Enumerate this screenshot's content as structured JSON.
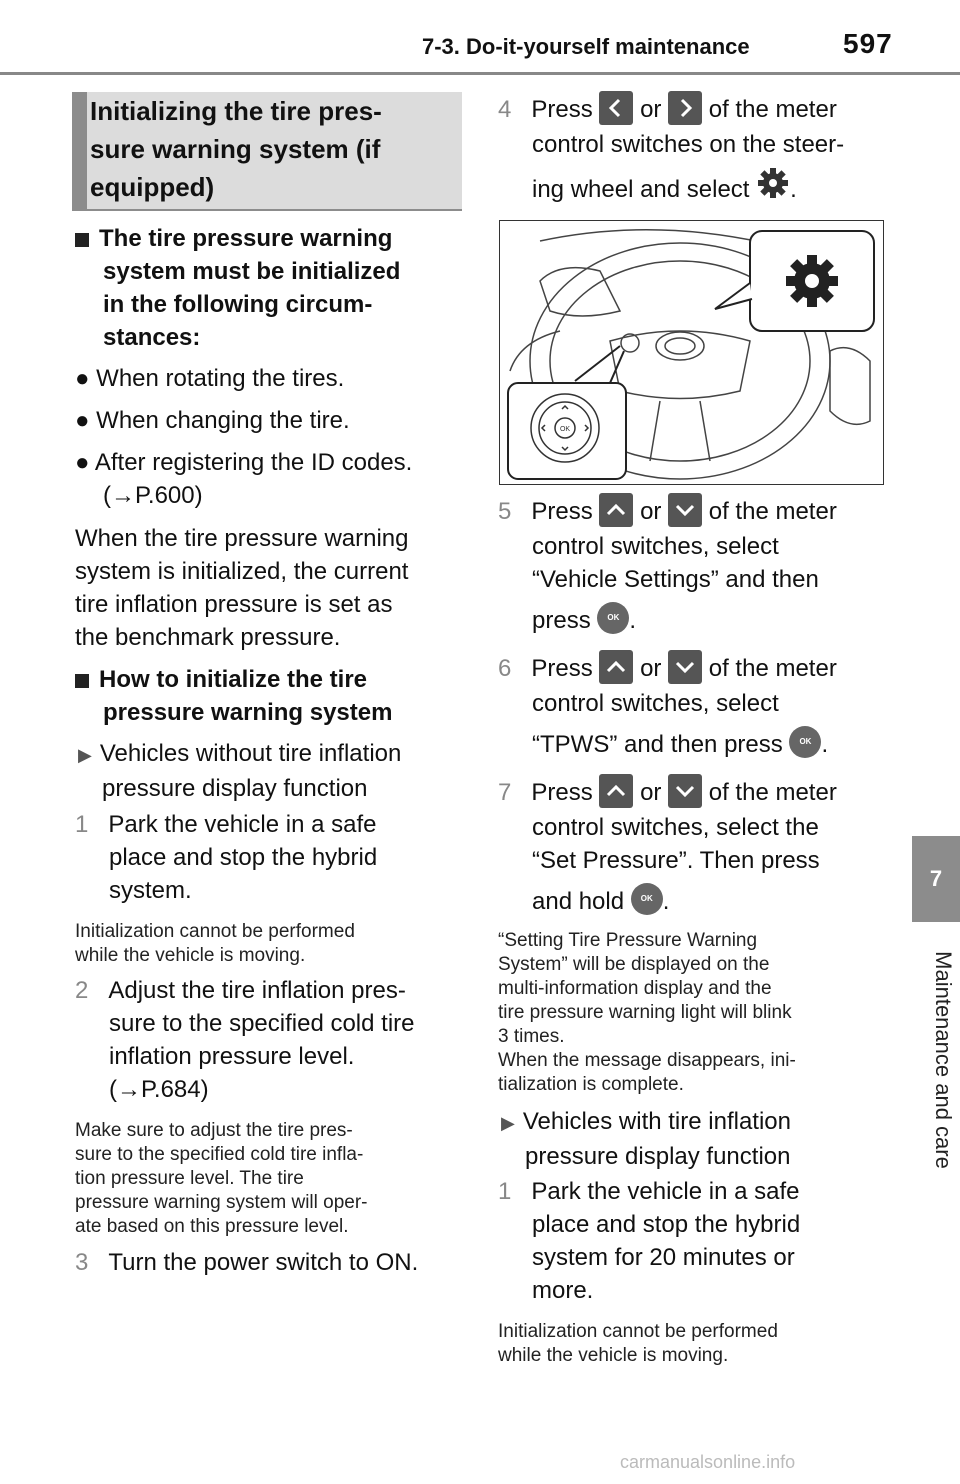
{
  "header": {
    "section": "7-3. Do-it-yourself maintenance",
    "page": "597"
  },
  "side": {
    "tab": "7",
    "label": "Maintenance and care"
  },
  "section_title": [
    "Initializing the tire pres-",
    "sure warning system (if",
    "equipped)"
  ],
  "left": {
    "heading1": [
      "The tire pressure warning",
      "system must be initialized",
      "in the following circum-",
      "stances:"
    ],
    "bullets": [
      "When rotating the tires.",
      "When changing the tire.",
      "After registering the ID codes."
    ],
    "bullet3_ref": "(→P.600)",
    "para": [
      "When the tire pressure warning",
      "system is initialized, the current",
      "tire inflation pressure is set as",
      "the benchmark pressure."
    ],
    "heading2": [
      "How to initialize the tire",
      "pressure warning system"
    ],
    "sub1": [
      "Vehicles without tire inflation",
      "pressure display function"
    ],
    "step1_num": "1",
    "step1": [
      "Park the vehicle in a safe",
      "place and stop the hybrid",
      "system."
    ],
    "note1": [
      "Initialization cannot be performed",
      "while the vehicle is moving."
    ],
    "step2_num": "2",
    "step2": [
      "Adjust the tire inflation pres-",
      "sure to the specified cold tire",
      "inflation pressure level.",
      "(→P.684)"
    ],
    "note2": [
      "Make sure to adjust the tire pres-",
      "sure to the specified cold tire infla-",
      "tion pressure level. The tire",
      "pressure warning system will oper-",
      "ate based on this pressure level."
    ],
    "step3_num": "3",
    "step3": "Turn the power switch to ON."
  },
  "right": {
    "step4_num": "4",
    "step4": [
      "Press",
      "or",
      "of the meter",
      "control switches on the steer-",
      "ing wheel and select",
      "."
    ],
    "step5_num": "5",
    "step5": [
      "Press",
      "or",
      "of the meter",
      "control switches, select",
      "“Vehicle Settings” and then",
      "press",
      "."
    ],
    "step6_num": "6",
    "step6": [
      "Press",
      "or",
      "of the meter",
      "control switches, select",
      "“TPWS” and then press",
      "."
    ],
    "step7_num": "7",
    "step7": [
      "Press",
      "or",
      "of the meter",
      "control switches, select the",
      "“Set Pressure”. Then press",
      "and hold",
      "."
    ],
    "note7": [
      "“Setting Tire Pressure Warning",
      "System” will be displayed on the",
      "multi-information display and the",
      "tire pressure warning light will blink",
      "3 times.",
      "When the message disappears, ini-",
      "tialization is complete."
    ],
    "sub2": [
      "Vehicles with tire inflation",
      "pressure display function"
    ],
    "step1b_num": "1",
    "step1b": [
      "Park the vehicle in a safe",
      "place and stop the hybrid",
      "system for 20 minutes or",
      "more."
    ],
    "note1b": [
      "Initialization cannot be performed",
      "while the vehicle is moving."
    ],
    "ok_label": "OK"
  },
  "watermark": "carmanualsonline.info"
}
